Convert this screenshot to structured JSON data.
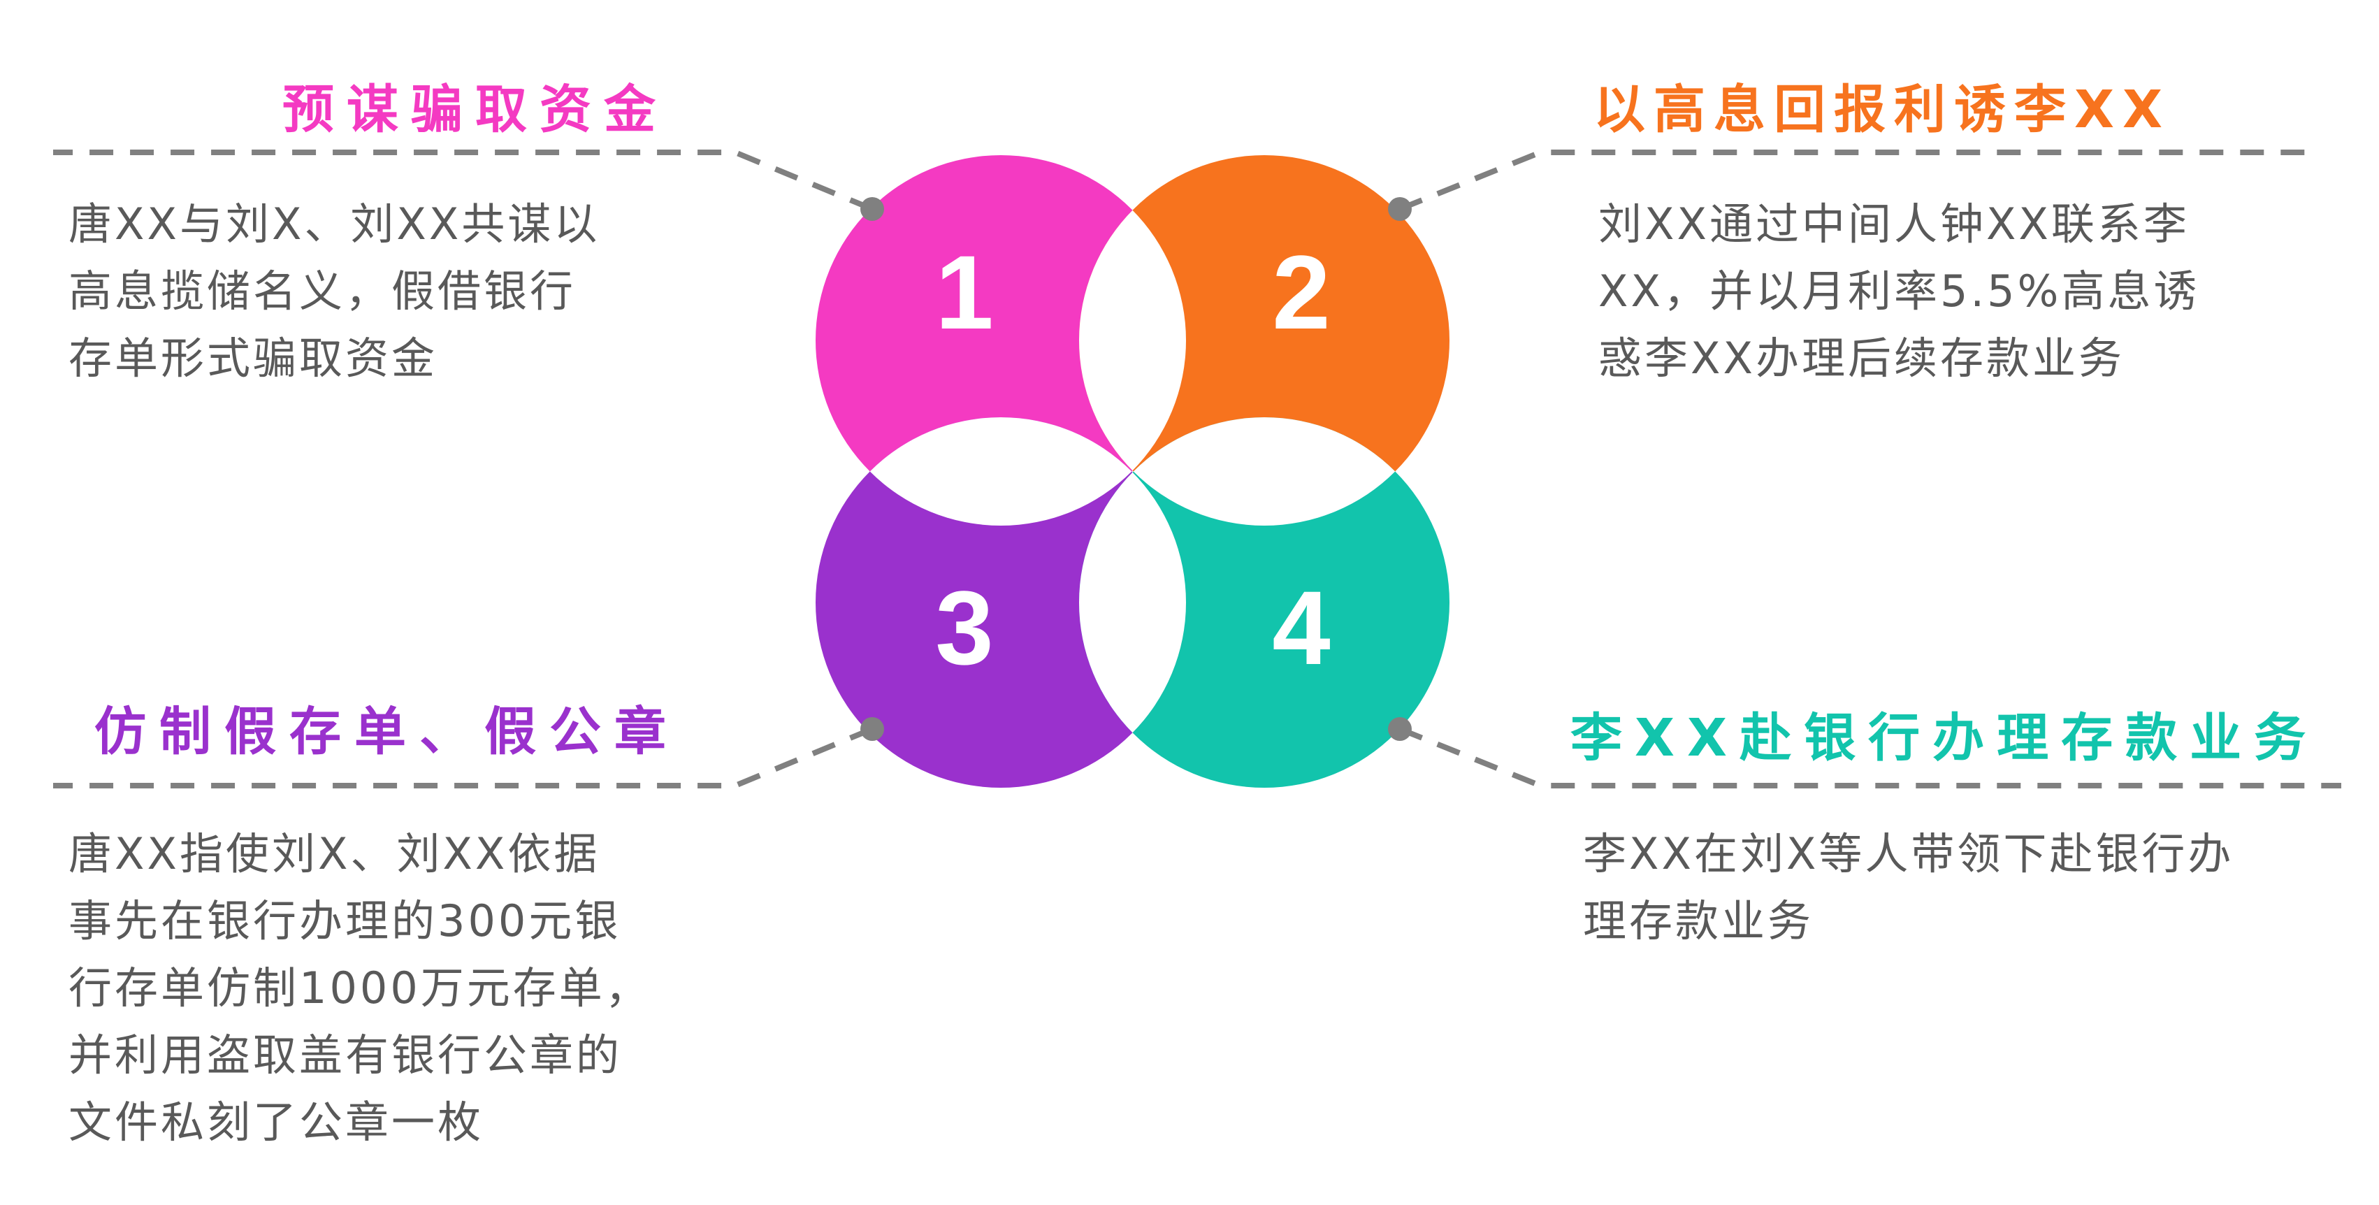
{
  "colors": {
    "pink": "#F43AC2",
    "orange": "#F7731E",
    "purple": "#9A31CD",
    "teal": "#12C4AC",
    "line": "#808080",
    "text": "#595959"
  },
  "items": [
    {
      "number": "1",
      "title": "预谋骗取资金",
      "lines": [
        "唐XX与刘X、刘XX共谋以",
        "高息揽储名义，假借银行",
        "存单形式骗取资金"
      ]
    },
    {
      "number": "2",
      "title": "以高息回报利诱李XX",
      "lines": [
        "刘XX通过中间人钟XX联系李",
        "XX，并以月利率5.5%高息诱",
        "惑李XX办理后续存款业务"
      ]
    },
    {
      "number": "3",
      "title": "仿制假存单、假公章",
      "lines": [
        "唐XX指使刘X、刘XX依据",
        "事先在银行办理的300元银",
        "行存单仿制1000万元存单，",
        "并利用盗取盖有银行公章的",
        "文件私刻了公章一枚"
      ]
    },
    {
      "number": "4",
      "title": "李XX赴银行办理存款业务",
      "lines": [
        "李XX在刘X等人带领下赴银行办",
        "理存款业务"
      ]
    }
  ]
}
